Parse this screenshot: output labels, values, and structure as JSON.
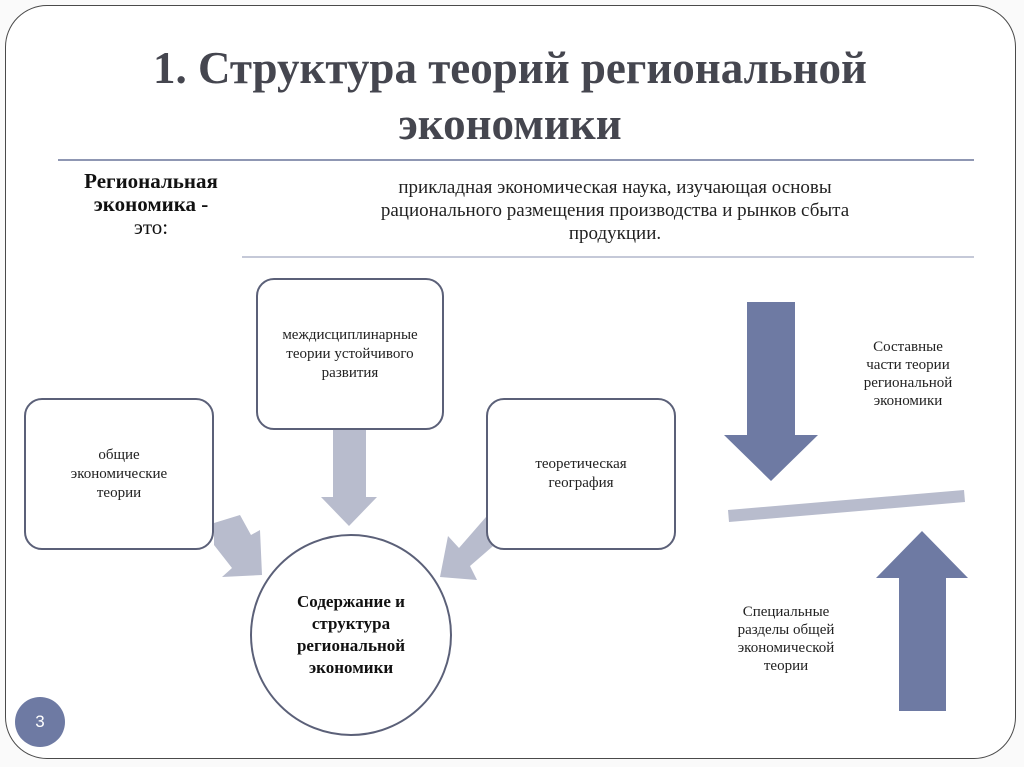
{
  "slide": {
    "title_line1": "1. Структура теорий региональной",
    "title_line2": "экономики",
    "page_number": "3"
  },
  "definition": {
    "term_bold_line1": "Региональная",
    "term_bold_line2": "экономика -",
    "term_suffix": "это:",
    "text_line1": "прикладная экономическая наука, изучающая основы",
    "text_line2": "рационального размещения производства и рынков сбыта",
    "text_line3": "продукции."
  },
  "diagram": {
    "boxes": [
      {
        "id": "interdisciplinary",
        "lines": [
          "междисциплинарные",
          "теории устойчивого",
          "развития"
        ]
      },
      {
        "id": "general-economic",
        "lines": [
          "общие",
          "экономические",
          "теории"
        ]
      },
      {
        "id": "theoretical-geography",
        "lines": [
          "теоретическая",
          "география"
        ]
      }
    ],
    "center": {
      "lines": [
        "Содержание и",
        "структура",
        "региональной",
        "экономики"
      ]
    },
    "arrow_color_light": "#b8bccd",
    "arrow_color_dark": "#6e7aa3"
  },
  "right_panel": {
    "top_label": [
      "Составные",
      "части теории",
      "региональной",
      "экономики"
    ],
    "bottom_label": [
      "Специальные",
      "разделы общей",
      "экономической",
      "теории"
    ]
  },
  "colors": {
    "title": "#45464f",
    "frame": "#4a4a4a",
    "rule": "#8f97b3",
    "box_border": "#5b6078",
    "page_badge": "#6e7aa3"
  }
}
